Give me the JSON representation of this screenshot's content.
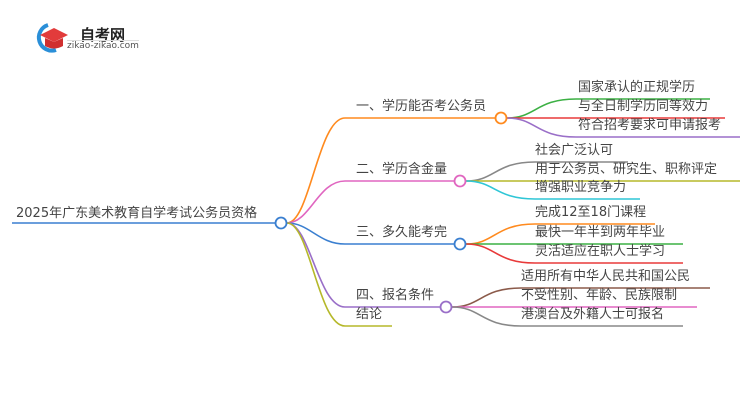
{
  "logo": {
    "title": "自考网",
    "url": "zikao-zikao.com"
  },
  "root": {
    "label": "2025年广东美术教育自学考试公务员资格",
    "color": "#3a7fd0"
  },
  "branches": [
    {
      "label": "一、学历能否考公务员",
      "color": "#ff8a1e",
      "children": [
        {
          "label": "国家承认的正规学历",
          "color": "#3cb044"
        },
        {
          "label": "与全日制学历同等效力",
          "color": "#e83a3a"
        },
        {
          "label": "符合招考要求可申请报考",
          "color": "#9a6fc8"
        }
      ]
    },
    {
      "label": "二、学历含金量",
      "color": "#e066c0",
      "children": [
        {
          "label": "社会广泛认可",
          "color": "#888888"
        },
        {
          "label": "用于公务员、研究生、职称评定",
          "color": "#b5b82a"
        },
        {
          "label": "增强职业竞争力",
          "color": "#2fc6d6"
        }
      ]
    },
    {
      "label": "三、多久能考完",
      "color": "#3a7fd0",
      "children": [
        {
          "label": "完成12至18门课程",
          "color": "#ff8a1e"
        },
        {
          "label": "最快一年半到两年毕业",
          "color": "#3cb044"
        },
        {
          "label": "灵活适应在职人士学习",
          "color": "#e83a3a"
        }
      ]
    },
    {
      "label": "四、报名条件",
      "color": "#9a6fc8",
      "children": [
        {
          "label": "适用所有中华人民共和国公民",
          "color": "#8b5a4a"
        },
        {
          "label": "不受性别、年龄、民族限制",
          "color": "#e066c0"
        },
        {
          "label": "港澳台及外籍人士可报名",
          "color": "#888888"
        }
      ]
    },
    {
      "label": "结论",
      "color": "#b5b82a",
      "children": []
    }
  ]
}
